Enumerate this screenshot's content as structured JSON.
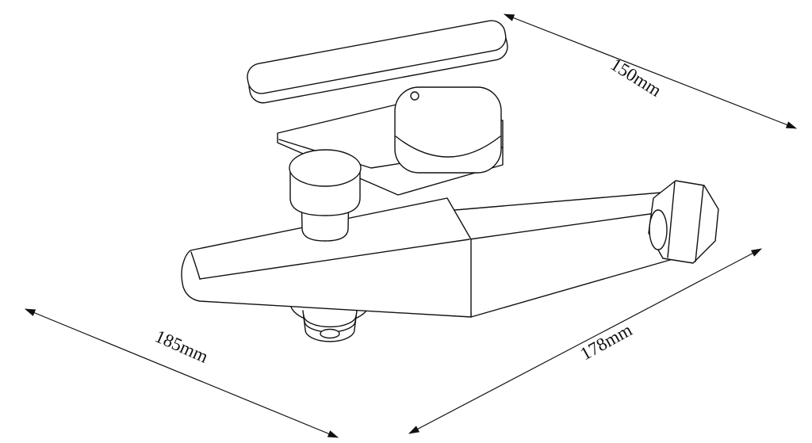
{
  "colors": {
    "background": "#ffffff",
    "line": "#111111"
  },
  "dimensions": {
    "top_right": "150mm",
    "bottom_left": "185mm",
    "bottom_right": "178mm"
  }
}
